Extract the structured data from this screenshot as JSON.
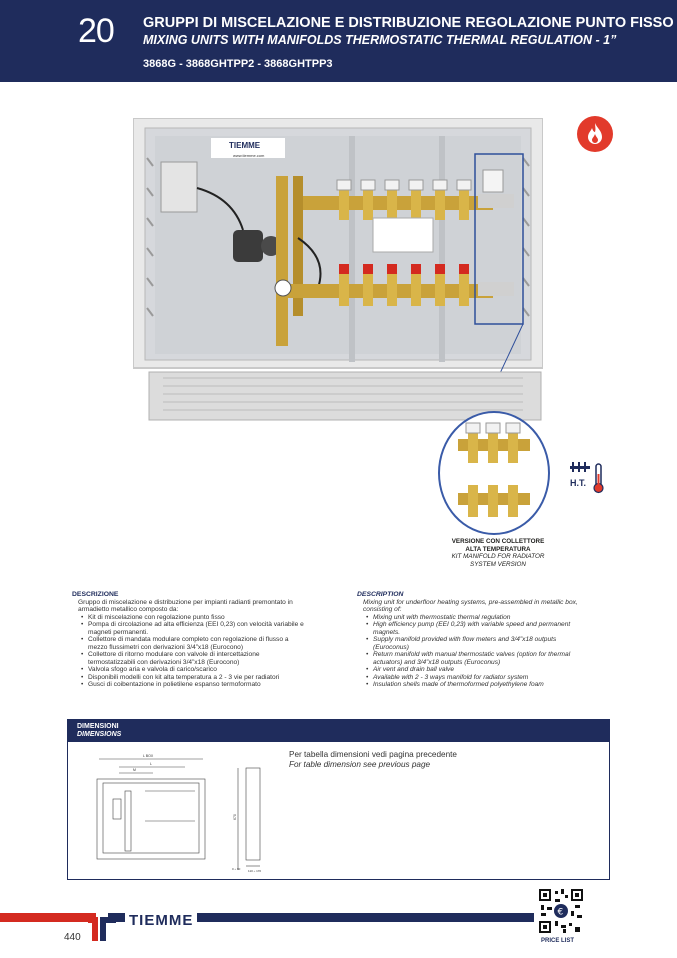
{
  "header": {
    "chapter": "20",
    "title_it": "GRUPPI DI MISCELAZIONE E DISTRIBUZIONE REGOLAZIONE PUNTO FISSO - 1”",
    "title_en": "MIXING UNITS WITH MANIFOLDS THERMOSTATIC THERMAL REGULATION - 1”",
    "codes": "3868G - 3868GHTPP2 - 3868GHTPP3"
  },
  "product": {
    "cabinet_logo": "TIEMME",
    "cabinet_url": "www.tiemme.com"
  },
  "caption": {
    "it_line1": "VERSIONE CON COLLETTORE",
    "it_line2": "ALTA TEMPERATURA",
    "en_line1": "KIT MANIFOLD FOR RADIATOR",
    "en_line2": "SYSTEM VERSION"
  },
  "badges": {
    "ht": "H.T."
  },
  "descrizione": {
    "heading": "DESCRIZIONE",
    "intro": [
      "Gruppo di miscelazione e distribuzione per impianti radianti premontato in",
      "armadietto metallico composto da:"
    ],
    "items": [
      [
        "Kit di miscelazione con regolazione punto fisso"
      ],
      [
        "Pompa di circolazione ad alta efficienza (EEI  0,23) con velocità variabile e",
        "magneti permanenti."
      ],
      [
        "Collettore di mandata modulare completo con regolazione di flusso a",
        "mezzo flussimetri con derivazioni 3/4”x18 (Eurocono)"
      ],
      [
        "Collettore di ritorno modulare con valvole di intercettazione",
        "termostatizzabili con derivazioni 3/4”x18 (Eurocono)"
      ],
      [
        "Valvola sfogo aria e valvola di carico/scarico"
      ],
      [
        "Disponibili modelli con kit alta temperatura a 2 - 3 vie per radiatori"
      ],
      [
        "Gusci di coibentazione in polietilene espanso termoformato"
      ]
    ]
  },
  "description": {
    "heading": "DESCRIPTION",
    "intro": [
      "Mixing unit for underfloor heating systems, pre-assembled in metallic box,",
      "consisting of:"
    ],
    "items": [
      [
        "Mixing unit with thermostatic thermal regulation"
      ],
      [
        "High efficiency pump (EEI  0,23) with variable speed and permanent",
        "magnets."
      ],
      [
        "Supply manifold provided with flow meters and 3/4”x18 outputs",
        "(Euroconus)"
      ],
      [
        "Return manifold with manual thermostatic valves (option for thermal",
        "actuators) and 3/4”x18 outputs (Euroconus)"
      ],
      [
        "Air vent and drain ball valve"
      ],
      [
        "Available with 2 - 3 ways manifold for radiator system"
      ],
      [
        "Insulation shells made of thermoformed polyethylene foam"
      ]
    ]
  },
  "dimensions": {
    "title": "DIMENSIONI",
    "subtitle": "DIMENSIONS",
    "note_it": "Per tabella dimensioni vedi pagina precedente",
    "note_en": "For table dimension see previous page",
    "drawing_labels": {
      "total_width": "L BOX",
      "inner_width": "L",
      "interaxis": "M",
      "height": "670",
      "base": "0 ÷ 90",
      "depth": "110 ÷ 170"
    }
  },
  "footer": {
    "brand": "TIEMME",
    "page_number": "440",
    "price_list": "PRICE LIST"
  },
  "colors": {
    "navy": "#1f2c5c",
    "red": "#d42a20",
    "brass": "#c9a23a"
  }
}
